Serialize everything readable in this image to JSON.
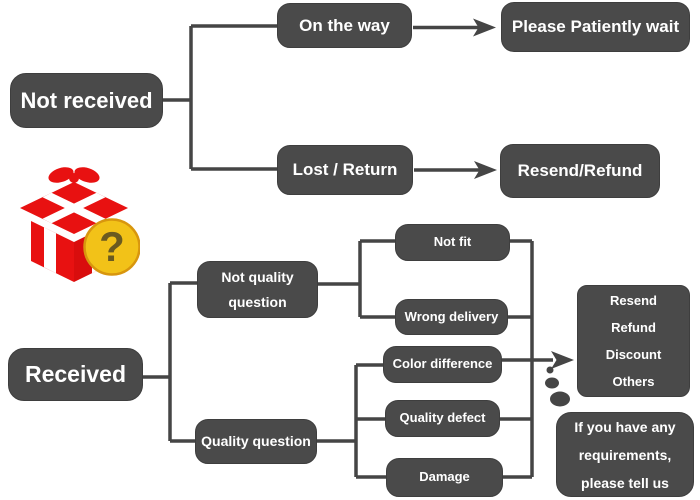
{
  "title": "Order issue resolution flowchart",
  "colors": {
    "node_background": "#4a4a4a",
    "node_text": "#ffffff",
    "connector": "#454545",
    "gift_red": "#e81111",
    "gift_red_side": "#d90d0d",
    "ribbon_white": "#ffffff",
    "question_circle_fill": "#f2c218",
    "question_circle_border": "#d8960e",
    "question_mark": "#6a5a20",
    "background": "#ffffff"
  },
  "icons": {
    "gift": "gift-box-icon",
    "question": "question-mark-icon",
    "question_glyph": "?"
  },
  "flowchart": {
    "not_received": {
      "label": "Not received"
    },
    "on_the_way": {
      "label": "On the way"
    },
    "please_patiently_wait": {
      "label": "Please Patiently wait"
    },
    "lost_return": {
      "label": "Lost / Return"
    },
    "resend_refund": {
      "label": "Resend/Refund"
    },
    "received": {
      "label": "Received"
    },
    "not_quality_question": {
      "lines": [
        "Not quality",
        "question"
      ]
    },
    "quality_question": {
      "label": "Quality question"
    },
    "not_fit": {
      "label": "Not fit"
    },
    "wrong_delivery": {
      "label": "Wrong delivery"
    },
    "color_difference": {
      "label": "Color difference"
    },
    "quality_defect": {
      "label": "Quality defect"
    },
    "damage": {
      "label": "Damage"
    },
    "resolution_options": {
      "lines": [
        "Resend",
        "Refund",
        "Discount",
        "Others"
      ]
    },
    "requirements_note": {
      "lines": [
        "If you have any",
        "requirements,",
        "please tell us"
      ]
    }
  }
}
